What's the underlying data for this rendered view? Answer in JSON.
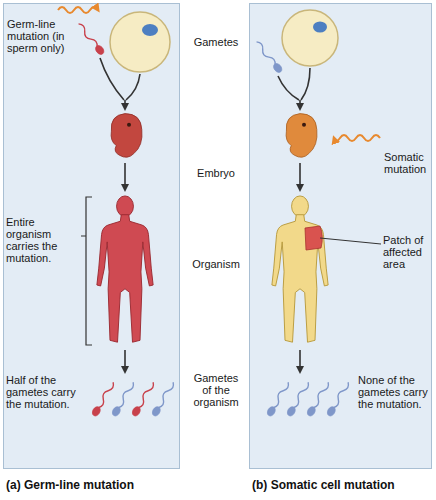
{
  "diagram": {
    "nodes": [
      {
        "text": [
          "Germ-line mutation (in sperm only)",
          "Entire organism carries the mutation.",
          "Half of the gametes carry the mutation.",
          "(a) Germ-line mutation"
        ]
      },
      {
        "text": [
          "Somatic mutation",
          "Patch of affected area",
          "None of the gametes carry the mutation.",
          "(b) Somatic cell mutation"
        ]
      }
    ],
    "labels": [
      "Gametes",
      "Embryo",
      "Organism",
      "Gametes of the organism"
    ]
  }
}
